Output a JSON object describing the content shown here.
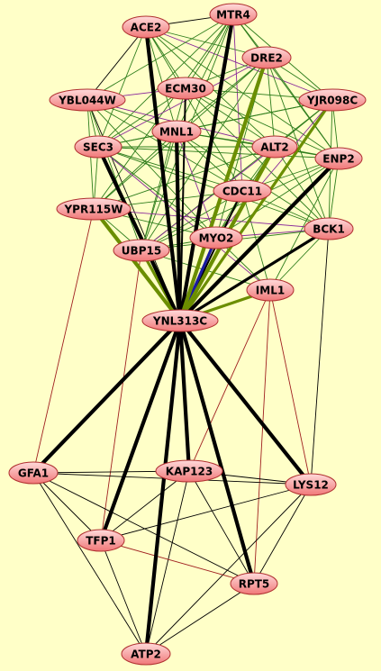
{
  "colors": {
    "background": "#ffffc8",
    "node_fill_light": "#ffdada",
    "node_fill_dark": "#f07878",
    "node_stroke": "#b03030",
    "edge_black": "#000000",
    "edge_dark_green": "#2e7d1c",
    "edge_olive": "#6b8e00",
    "edge_purple": "#8a2a9a",
    "edge_red": "#a02020",
    "edge_blue": "#1a1aa0"
  },
  "nodes": [
    {
      "id": "ACE2",
      "label": "ACE2"
    },
    {
      "id": "MTR4",
      "label": "MTR4"
    },
    {
      "id": "DRE2",
      "label": "DRE2"
    },
    {
      "id": "ECM30",
      "label": "ECM30"
    },
    {
      "id": "YBL044W",
      "label": "YBL044W"
    },
    {
      "id": "YJR098C",
      "label": "YJR098C"
    },
    {
      "id": "MNL1",
      "label": "MNL1"
    },
    {
      "id": "SEC3",
      "label": "SEC3"
    },
    {
      "id": "ALT2",
      "label": "ALT2"
    },
    {
      "id": "ENP2",
      "label": "ENP2"
    },
    {
      "id": "CDC11",
      "label": "CDC11"
    },
    {
      "id": "YPR115W",
      "label": "YPR115W"
    },
    {
      "id": "BCK1",
      "label": "BCK1"
    },
    {
      "id": "MYO2",
      "label": "MYO2"
    },
    {
      "id": "UBP15",
      "label": "UBP15"
    },
    {
      "id": "IML1",
      "label": "IML1"
    },
    {
      "id": "YNL313C",
      "label": "YNL313C"
    },
    {
      "id": "GFA1",
      "label": "GFA1"
    },
    {
      "id": "KAP123",
      "label": "KAP123"
    },
    {
      "id": "LYS12",
      "label": "LYS12"
    },
    {
      "id": "TFP1",
      "label": "TFP1"
    },
    {
      "id": "RPT5",
      "label": "RPT5"
    },
    {
      "id": "ATP2",
      "label": "ATP2"
    }
  ],
  "edges": [
    {
      "from": "YNL313C",
      "to": "ACE2",
      "color": "black",
      "weight": 4
    },
    {
      "from": "YNL313C",
      "to": "MTR4",
      "color": "black",
      "weight": 4
    },
    {
      "from": "YNL313C",
      "to": "MNL1",
      "color": "black",
      "weight": 4
    },
    {
      "from": "YNL313C",
      "to": "SEC3",
      "color": "black",
      "weight": 4
    },
    {
      "from": "YNL313C",
      "to": "ENP2",
      "color": "black",
      "weight": 4
    },
    {
      "from": "YNL313C",
      "to": "BCK1",
      "color": "black",
      "weight": 3
    },
    {
      "from": "YNL313C",
      "to": "CDC11",
      "color": "black",
      "weight": 2
    },
    {
      "from": "YNL313C",
      "to": "ECM30",
      "color": "black",
      "weight": 2
    },
    {
      "from": "YNL313C",
      "to": "YBL044W",
      "color": "black",
      "weight": 1
    },
    {
      "from": "YNL313C",
      "to": "GFA1",
      "color": "black",
      "weight": 4
    },
    {
      "from": "YNL313C",
      "to": "KAP123",
      "color": "black",
      "weight": 4
    },
    {
      "from": "YNL313C",
      "to": "LYS12",
      "color": "black",
      "weight": 4
    },
    {
      "from": "YNL313C",
      "to": "TFP1",
      "color": "black",
      "weight": 4
    },
    {
      "from": "YNL313C",
      "to": "RPT5",
      "color": "black",
      "weight": 4
    },
    {
      "from": "YNL313C",
      "to": "ATP2",
      "color": "black",
      "weight": 4
    },
    {
      "from": "YNL313C",
      "to": "DRE2",
      "color": "olive",
      "weight": 4
    },
    {
      "from": "YNL313C",
      "to": "ALT2",
      "color": "olive",
      "weight": 4
    },
    {
      "from": "YNL313C",
      "to": "YJR098C",
      "color": "olive",
      "weight": 3
    },
    {
      "from": "YNL313C",
      "to": "YPR115W",
      "color": "olive",
      "weight": 4
    },
    {
      "from": "YNL313C",
      "to": "UBP15",
      "color": "olive",
      "weight": 3
    },
    {
      "from": "YNL313C",
      "to": "MYO2",
      "color": "blue",
      "weight": 3
    },
    {
      "from": "YNL313C",
      "to": "IML1",
      "color": "olive",
      "weight": 3
    },
    {
      "from": "ACE2",
      "to": "MTR4",
      "color": "black",
      "weight": 1
    },
    {
      "from": "ACE2",
      "to": "DRE2",
      "color": "dark_green",
      "weight": 1
    },
    {
      "from": "ACE2",
      "to": "ECM30",
      "color": "dark_green",
      "weight": 1
    },
    {
      "from": "ACE2",
      "to": "YBL044W",
      "color": "black",
      "weight": 1
    },
    {
      "from": "ACE2",
      "to": "MNL1",
      "color": "dark_green",
      "weight": 1
    },
    {
      "from": "ACE2",
      "to": "SEC3",
      "color": "dark_green",
      "weight": 1
    },
    {
      "from": "ACE2",
      "to": "ALT2",
      "color": "dark_green",
      "weight": 1
    },
    {
      "from": "ACE2",
      "to": "YJR098C",
      "color": "purple",
      "weight": 1
    },
    {
      "from": "ACE2",
      "to": "ENP2",
      "color": "dark_green",
      "weight": 1
    },
    {
      "from": "ACE2",
      "to": "CDC11",
      "color": "dark_green",
      "weight": 1
    },
    {
      "from": "MTR4",
      "to": "DRE2",
      "color": "dark_green",
      "weight": 1
    },
    {
      "from": "MTR4",
      "to": "ECM30",
      "color": "dark_green",
      "weight": 1
    },
    {
      "from": "MTR4",
      "to": "YBL044W",
      "color": "dark_green",
      "weight": 1
    },
    {
      "from": "MTR4",
      "to": "MNL1",
      "color": "dark_green",
      "weight": 1
    },
    {
      "from": "MTR4",
      "to": "SEC3",
      "color": "dark_green",
      "weight": 1
    },
    {
      "from": "MTR4",
      "to": "YJR098C",
      "color": "dark_green",
      "weight": 1
    },
    {
      "from": "MTR4",
      "to": "ENP2",
      "color": "dark_green",
      "weight": 1
    },
    {
      "from": "MTR4",
      "to": "CDC11",
      "color": "purple",
      "weight": 1
    },
    {
      "from": "MTR4",
      "to": "YPR115W",
      "color": "dark_green",
      "weight": 1
    },
    {
      "from": "MTR4",
      "to": "UBP15",
      "color": "dark_green",
      "weight": 1
    },
    {
      "from": "DRE2",
      "to": "ECM30",
      "color": "dark_green",
      "weight": 1
    },
    {
      "from": "DRE2",
      "to": "YJR098C",
      "color": "dark_green",
      "weight": 1
    },
    {
      "from": "DRE2",
      "to": "MNL1",
      "color": "dark_green",
      "weight": 1
    },
    {
      "from": "DRE2",
      "to": "SEC3",
      "color": "purple",
      "weight": 1
    },
    {
      "from": "DRE2",
      "to": "ALT2",
      "color": "dark_green",
      "weight": 1
    },
    {
      "from": "DRE2",
      "to": "ENP2",
      "color": "dark_green",
      "weight": 1
    },
    {
      "from": "DRE2",
      "to": "BCK1",
      "color": "dark_green",
      "weight": 1
    },
    {
      "from": "DRE2",
      "to": "YPR115W",
      "color": "dark_green",
      "weight": 1
    },
    {
      "from": "DRE2",
      "to": "UBP15",
      "color": "dark_green",
      "weight": 1
    },
    {
      "from": "DRE2",
      "to": "MYO2",
      "color": "dark_green",
      "weight": 1
    },
    {
      "from": "ECM30",
      "to": "YBL044W",
      "color": "purple",
      "weight": 1
    },
    {
      "from": "ECM30",
      "to": "YJR098C",
      "color": "dark_green",
      "weight": 1
    },
    {
      "from": "ECM30",
      "to": "SEC3",
      "color": "dark_green",
      "weight": 1
    },
    {
      "from": "ECM30",
      "to": "ALT2",
      "color": "dark_green",
      "weight": 1
    },
    {
      "from": "ECM30",
      "to": "ENP2",
      "color": "dark_green",
      "weight": 1
    },
    {
      "from": "ECM30",
      "to": "BCK1",
      "color": "dark_green",
      "weight": 1
    },
    {
      "from": "ECM30",
      "to": "UBP15",
      "color": "dark_green",
      "weight": 1
    },
    {
      "from": "YBL044W",
      "to": "MNL1",
      "color": "dark_green",
      "weight": 1
    },
    {
      "from": "YBL044W",
      "to": "SEC3",
      "color": "dark_green",
      "weight": 1
    },
    {
      "from": "YBL044W",
      "to": "ALT2",
      "color": "purple",
      "weight": 1
    },
    {
      "from": "YBL044W",
      "to": "CDC11",
      "color": "dark_green",
      "weight": 1
    },
    {
      "from": "YBL044W",
      "to": "MYO2",
      "color": "dark_green",
      "weight": 1
    },
    {
      "from": "YBL044W",
      "to": "YPR115W",
      "color": "dark_green",
      "weight": 1
    },
    {
      "from": "YBL044W",
      "to": "UBP15",
      "color": "dark_green",
      "weight": 1
    },
    {
      "from": "YJR098C",
      "to": "MNL1",
      "color": "dark_green",
      "weight": 1
    },
    {
      "from": "YJR098C",
      "to": "SEC3",
      "color": "dark_green",
      "weight": 1
    },
    {
      "from": "YJR098C",
      "to": "ALT2",
      "color": "dark_green",
      "weight": 1
    },
    {
      "from": "YJR098C",
      "to": "ENP2",
      "color": "dark_green",
      "weight": 1
    },
    {
      "from": "YJR098C",
      "to": "BCK1",
      "color": "dark_green",
      "weight": 1
    },
    {
      "from": "YJR098C",
      "to": "UBP15",
      "color": "dark_green",
      "weight": 1
    },
    {
      "from": "YJR098C",
      "to": "MYO2",
      "color": "purple",
      "weight": 1
    },
    {
      "from": "MNL1",
      "to": "SEC3",
      "color": "dark_green",
      "weight": 1
    },
    {
      "from": "MNL1",
      "to": "ALT2",
      "color": "dark_green",
      "weight": 1
    },
    {
      "from": "MNL1",
      "to": "ENP2",
      "color": "dark_green",
      "weight": 1
    },
    {
      "from": "MNL1",
      "to": "CDC11",
      "color": "dark_green",
      "weight": 1
    },
    {
      "from": "MNL1",
      "to": "BCK1",
      "color": "dark_green",
      "weight": 1
    },
    {
      "from": "MNL1",
      "to": "YPR115W",
      "color": "dark_green",
      "weight": 1
    },
    {
      "from": "MNL1",
      "to": "UBP15",
      "color": "dark_green",
      "weight": 1
    },
    {
      "from": "MNL1",
      "to": "MYO2",
      "color": "purple",
      "weight": 1
    },
    {
      "from": "SEC3",
      "to": "ALT2",
      "color": "dark_green",
      "weight": 1
    },
    {
      "from": "SEC3",
      "to": "ENP2",
      "color": "dark_green",
      "weight": 1
    },
    {
      "from": "SEC3",
      "to": "CDC11",
      "color": "dark_green",
      "weight": 1
    },
    {
      "from": "SEC3",
      "to": "BCK1",
      "color": "dark_green",
      "weight": 1
    },
    {
      "from": "SEC3",
      "to": "YPR115W",
      "color": "dark_green",
      "weight": 1
    },
    {
      "from": "SEC3",
      "to": "MYO2",
      "color": "dark_green",
      "weight": 1
    },
    {
      "from": "SEC3",
      "to": "IML1",
      "color": "purple",
      "weight": 1
    },
    {
      "from": "ALT2",
      "to": "ENP2",
      "color": "dark_green",
      "weight": 1
    },
    {
      "from": "ALT2",
      "to": "CDC11",
      "color": "dark_green",
      "weight": 1
    },
    {
      "from": "ALT2",
      "to": "BCK1",
      "color": "dark_green",
      "weight": 1
    },
    {
      "from": "ALT2",
      "to": "YPR115W",
      "color": "dark_green",
      "weight": 1
    },
    {
      "from": "ALT2",
      "to": "UBP15",
      "color": "purple",
      "weight": 1
    },
    {
      "from": "ALT2",
      "to": "MYO2",
      "color": "dark_green",
      "weight": 1
    },
    {
      "from": "ENP2",
      "to": "CDC11",
      "color": "dark_green",
      "weight": 1
    },
    {
      "from": "ENP2",
      "to": "BCK1",
      "color": "dark_green",
      "weight": 1
    },
    {
      "from": "ENP2",
      "to": "UBP15",
      "color": "dark_green",
      "weight": 1
    },
    {
      "from": "ENP2",
      "to": "MYO2",
      "color": "dark_green",
      "weight": 1
    },
    {
      "from": "ENP2",
      "to": "IML1",
      "color": "dark_green",
      "weight": 1
    },
    {
      "from": "CDC11",
      "to": "BCK1",
      "color": "dark_green",
      "weight": 1
    },
    {
      "from": "CDC11",
      "to": "YPR115W",
      "color": "dark_green",
      "weight": 1
    },
    {
      "from": "CDC11",
      "to": "UBP15",
      "color": "dark_green",
      "weight": 1
    },
    {
      "from": "CDC11",
      "to": "MYO2",
      "color": "dark_green",
      "weight": 1
    },
    {
      "from": "CDC11",
      "to": "IML1",
      "color": "dark_green",
      "weight": 1
    },
    {
      "from": "YPR115W",
      "to": "UBP15",
      "color": "dark_green",
      "weight": 1
    },
    {
      "from": "YPR115W",
      "to": "MYO2",
      "color": "dark_green",
      "weight": 1
    },
    {
      "from": "YPR115W",
      "to": "BCK1",
      "color": "purple",
      "weight": 1
    },
    {
      "from": "BCK1",
      "to": "MYO2",
      "color": "purple",
      "weight": 1
    },
    {
      "from": "BCK1",
      "to": "UBP15",
      "color": "dark_green",
      "weight": 1
    },
    {
      "from": "BCK1",
      "to": "IML1",
      "color": "dark_green",
      "weight": 1
    },
    {
      "from": "MYO2",
      "to": "UBP15",
      "color": "dark_green",
      "weight": 1
    },
    {
      "from": "MYO2",
      "to": "IML1",
      "color": "dark_green",
      "weight": 1
    },
    {
      "from": "UBP15",
      "to": "IML1",
      "color": "dark_green",
      "weight": 1
    },
    {
      "from": "YPR115W",
      "to": "GFA1",
      "color": "red",
      "weight": 1
    },
    {
      "from": "UBP15",
      "to": "TFP1",
      "color": "red",
      "weight": 1
    },
    {
      "from": "IML1",
      "to": "KAP123",
      "color": "red",
      "weight": 1
    },
    {
      "from": "IML1",
      "to": "LYS12",
      "color": "red",
      "weight": 1
    },
    {
      "from": "IML1",
      "to": "RPT5",
      "color": "red",
      "weight": 1
    },
    {
      "from": "BCK1",
      "to": "LYS12",
      "color": "black",
      "weight": 1
    },
    {
      "from": "GFA1",
      "to": "KAP123",
      "color": "black",
      "weight": 1
    },
    {
      "from": "GFA1",
      "to": "LYS12",
      "color": "black",
      "weight": 1
    },
    {
      "from": "GFA1",
      "to": "TFP1",
      "color": "black",
      "weight": 1
    },
    {
      "from": "GFA1",
      "to": "RPT5",
      "color": "black",
      "weight": 1
    },
    {
      "from": "GFA1",
      "to": "ATP2",
      "color": "black",
      "weight": 1
    },
    {
      "from": "KAP123",
      "to": "LYS12",
      "color": "black",
      "weight": 1
    },
    {
      "from": "KAP123",
      "to": "TFP1",
      "color": "black",
      "weight": 1
    },
    {
      "from": "KAP123",
      "to": "RPT5",
      "color": "black",
      "weight": 1
    },
    {
      "from": "KAP123",
      "to": "ATP2",
      "color": "black",
      "weight": 1
    },
    {
      "from": "LYS12",
      "to": "TFP1",
      "color": "black",
      "weight": 1
    },
    {
      "from": "LYS12",
      "to": "RPT5",
      "color": "black",
      "weight": 1
    },
    {
      "from": "LYS12",
      "to": "ATP2",
      "color": "black",
      "weight": 1
    },
    {
      "from": "TFP1",
      "to": "RPT5",
      "color": "red",
      "weight": 1
    },
    {
      "from": "TFP1",
      "to": "ATP2",
      "color": "black",
      "weight": 1
    },
    {
      "from": "RPT5",
      "to": "ATP2",
      "color": "black",
      "weight": 1
    }
  ]
}
